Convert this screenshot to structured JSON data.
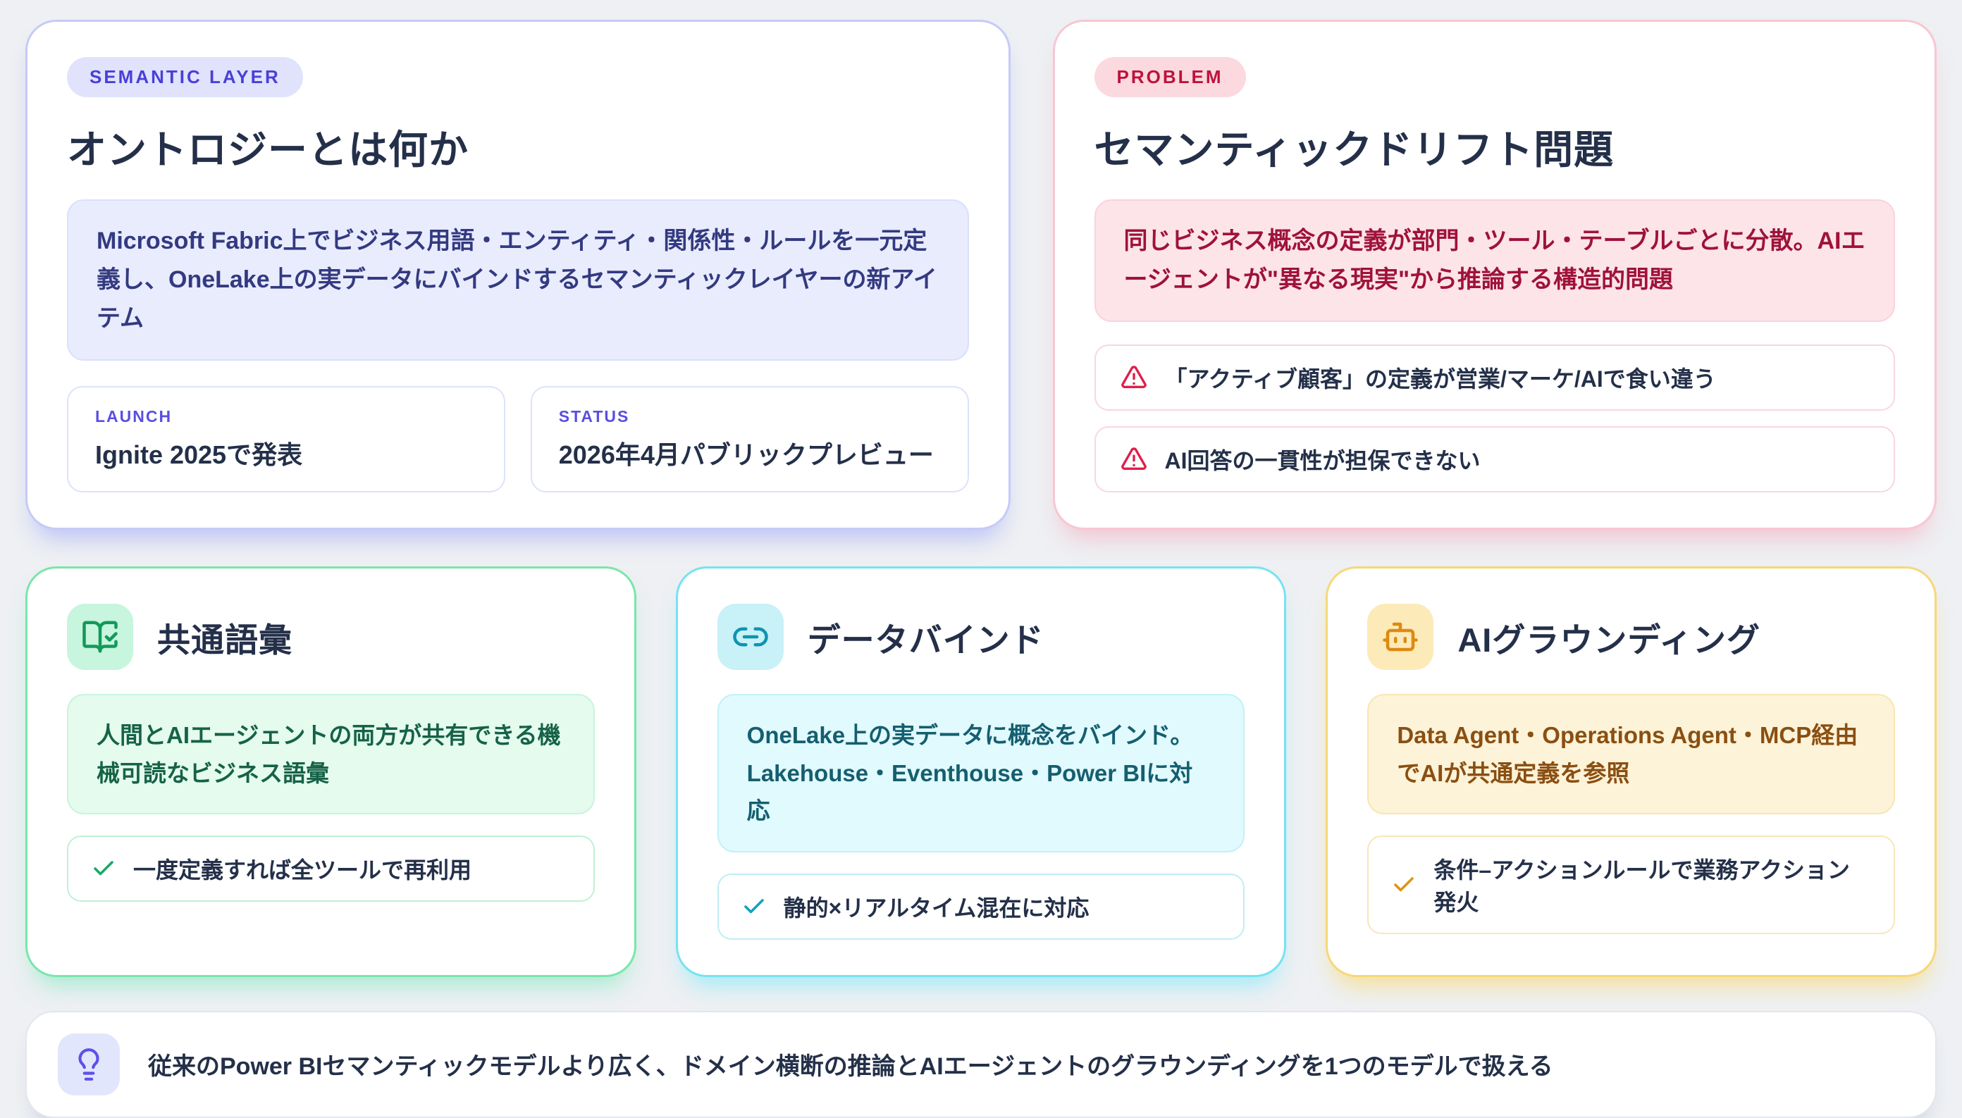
{
  "page_background": "#eef0f3",
  "hero": {
    "badge": "SEMANTIC LAYER",
    "title": "オントロジーとは何か",
    "description": "Microsoft Fabric上でビジネス用語・エンティティ・関係性・ルールを一元定義し、OneLake上の実データにバインドするセマンティックレイヤーの新アイテム",
    "accent_color": "#4f46e5",
    "facts": [
      {
        "label": "LAUNCH",
        "value": "Ignite 2025で発表"
      },
      {
        "label": "STATUS",
        "value": "2026年4月パブリックプレビュー"
      }
    ]
  },
  "problem": {
    "badge": "PROBLEM",
    "title": "セマンティックドリフト問題",
    "description": "同じビジネス概念の定義が部門・ツール・テーブルごとに分散。AIエージェントが\"異なる現実\"から推論する構造的問題",
    "accent_color": "#e11d48",
    "issues": [
      {
        "icon": "warning-triangle-icon",
        "text": "「アクティブ顧客」の定義が営業/マーケ/AIで食い違う"
      },
      {
        "icon": "warning-triangle-icon",
        "text": "AI回答の一貫性が担保できない"
      }
    ]
  },
  "features": [
    {
      "icon": "book-open-check-icon",
      "title": "共通語彙",
      "description": "人間とAIエージェントの両方が共有できる機械可読なビジネス語彙",
      "point": "一度定義すれば全ツールで再利用",
      "accent_color": "#10b981"
    },
    {
      "icon": "link-icon",
      "title": "データバインド",
      "description": "OneLake上の実データに概念をバインド。\nLakehouse・Eventhouse・Power BIに対応",
      "point": "静的×リアルタイム混在に対応",
      "accent_color": "#06b6d4"
    },
    {
      "icon": "robot-icon",
      "title": "AIグラウンディング",
      "description": "Data Agent・Operations Agent・MCP経由でAIが共通定義を参照",
      "point": "条件–アクションルールで業務アクション発火",
      "accent_color": "#f59e0b"
    }
  ],
  "footer": {
    "icon": "lightbulb-icon",
    "note": "従来のPower BIセマンティックモデルより広く、ドメイン横断の推論とAIエージェントのグラウンディングを1つのモデルで扱える"
  }
}
